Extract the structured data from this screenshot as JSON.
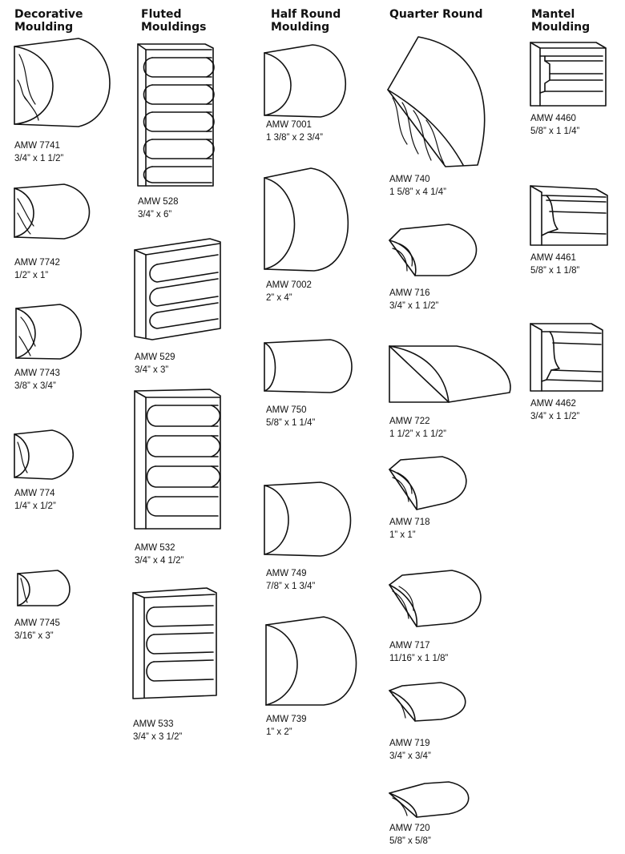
{
  "headers": {
    "decorative": "Decorative\nMoulding",
    "fluted": "Fluted\nMouldings",
    "half_round": "Half Round\nMoulding",
    "quarter_round": "Quarter Round",
    "mantel": "Mantel\nMoulding"
  },
  "items": {
    "amw7741": {
      "code": "AMW 7741",
      "size": "3/4” x 1 1/2”"
    },
    "amw7742": {
      "code": "AMW 7742",
      "size": "1/2” x 1”"
    },
    "amw7743": {
      "code": "AMW 7743",
      "size": "3/8” x 3/4”"
    },
    "amw774": {
      "code": "AMW 774",
      "size": "1/4” x 1/2”"
    },
    "amw7745": {
      "code": "AMW 7745",
      "size": "3/16” x 3”"
    },
    "amw528": {
      "code": "AMW 528",
      "size": "3/4” x 6”"
    },
    "amw529": {
      "code": "AMW 529",
      "size": "3/4” x 3”"
    },
    "amw532": {
      "code": "AMW 532",
      "size": "3/4” x 4 1/2”"
    },
    "amw533": {
      "code": "AMW 533",
      "size": "3/4” x 3 1/2”"
    },
    "amw7001": {
      "code": "AMW 7001",
      "size": "1 3/8” x 2 3/4”"
    },
    "amw7002": {
      "code": "AMW 7002",
      "size": "2” x 4”"
    },
    "amw750": {
      "code": "AMW 750",
      "size": "5/8” x 1 1/4”"
    },
    "amw749": {
      "code": "AMW 749",
      "size": "7/8” x 1 3/4”"
    },
    "amw739": {
      "code": "AMW 739",
      "size": "1” x 2”"
    },
    "amw740": {
      "code": "AMW 740",
      "size": "1 5/8” x 4 1/4”"
    },
    "amw716": {
      "code": "AMW 716",
      "size": "3/4” x 1 1/2”"
    },
    "amw722": {
      "code": "AMW 722",
      "size": "1 1/2” x 1 1/2”"
    },
    "amw718": {
      "code": "AMW 718",
      "size": "1” x 1”"
    },
    "amw717": {
      "code": "AMW 717",
      "size": "11/16” x 1 1/8”"
    },
    "amw719": {
      "code": "AMW 719",
      "size": "3/4” x 3/4”"
    },
    "amw720": {
      "code": "AMW 720",
      "size": "5/8” x 5/8”"
    },
    "amw4460": {
      "code": "AMW 4460",
      "size": "5/8” x 1 1/4”"
    },
    "amw4461": {
      "code": "AMW 4461",
      "size": "5/8” x 1 1/8”"
    },
    "amw4462": {
      "code": "AMW 4462",
      "size": "3/4” x 1 1/2”"
    }
  }
}
